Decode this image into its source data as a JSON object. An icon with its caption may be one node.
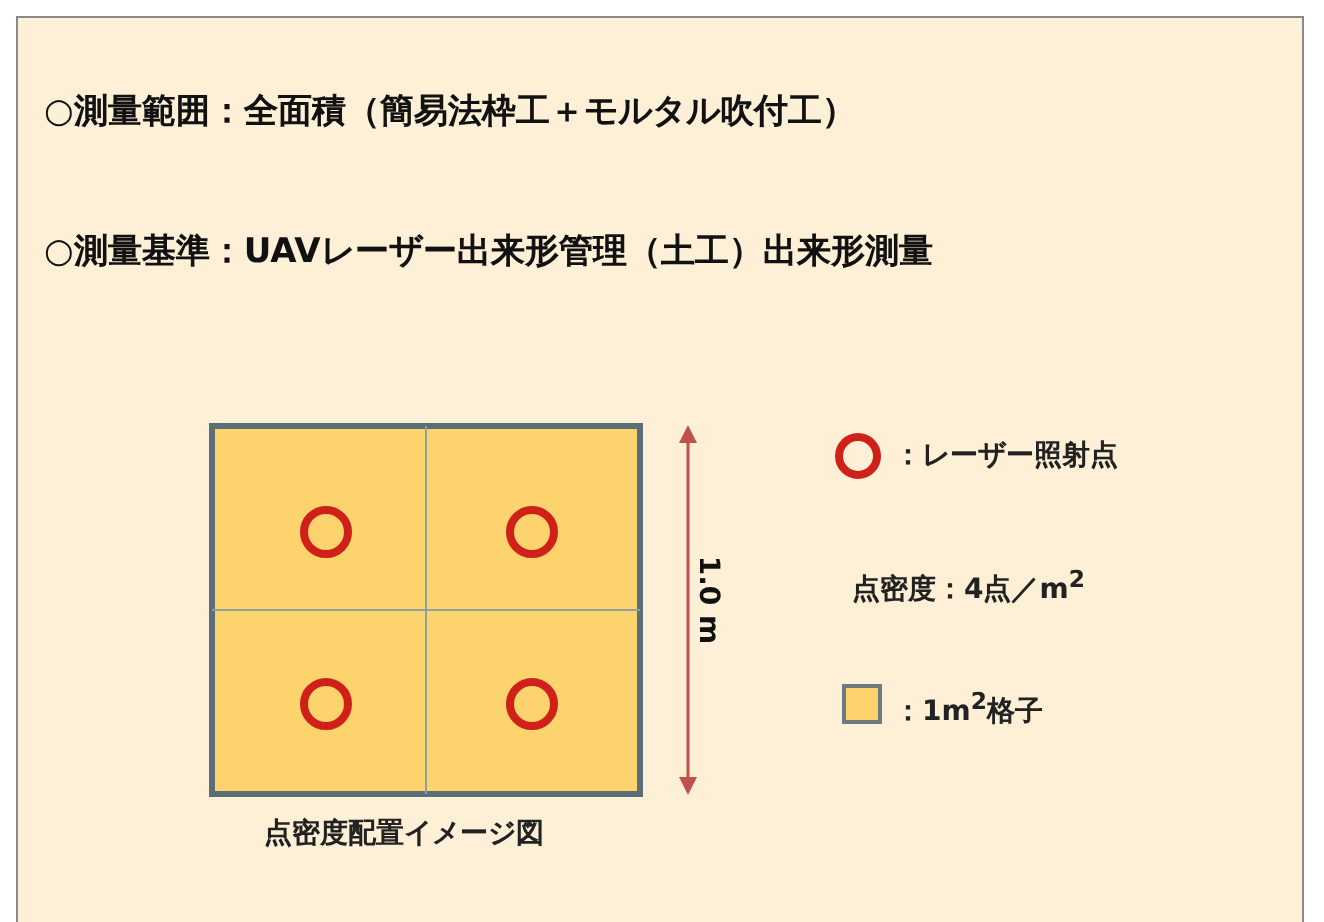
{
  "diagram": {
    "caption": "点密度配置イメージ図",
    "labels": [
      "○測量範囲：全面積（簡易法枠工＋モルタル吹付工）",
      "○測量基準：UAVレーザー出来形管理（土工）出来形測量",
      "1.0 m",
      "点密度：4点／m$^{2}$"
    ],
    "legend": [
      {
        "text": "：レーザー照射点"
      },
      {
        "text": "：1m$^{2}$格子",
        "color": "#fdd36e"
      }
    ]
  }
}
